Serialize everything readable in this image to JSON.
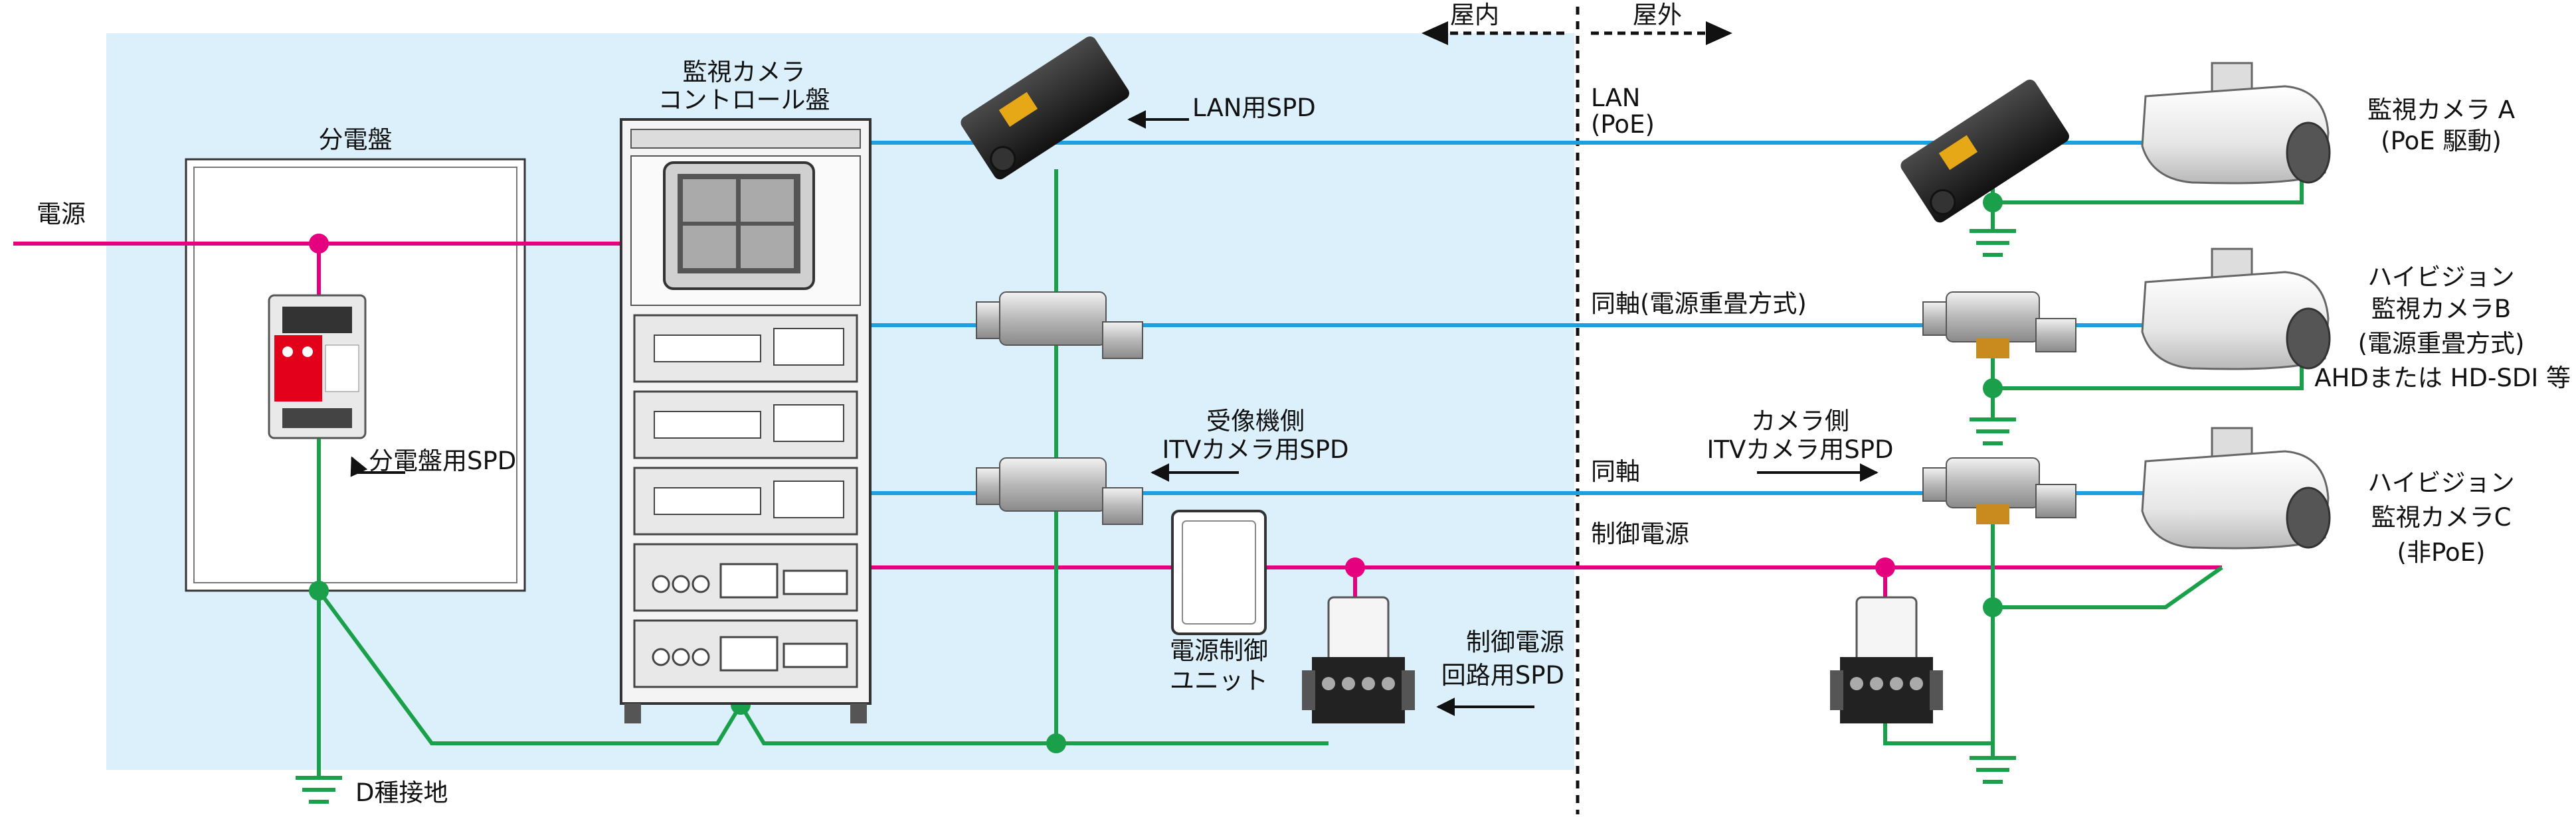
{
  "zones": {
    "indoor": "屋内",
    "outdoor": "屋外"
  },
  "labels": {
    "power_source": "電源",
    "distribution_board": "分電盤",
    "board_spd": "分電盤用SPD",
    "ground": "D種接地",
    "control_panel_l1": "監視カメラ",
    "control_panel_l2": "コントロール盤",
    "lan_spd": "LAN用SPD",
    "receiver_spd_l1": "受像機側",
    "receiver_spd_l2": "ITVカメラ用SPD",
    "power_unit_l1": "電源制御",
    "power_unit_l2": "ユニット",
    "ctrl_spd_l1": "制御電源",
    "ctrl_spd_l2": "回路用SPD",
    "line_lan_l1": "LAN",
    "line_lan_l2": "(PoE)",
    "line_coax_superimposed": "同軸(電源重畳方式)",
    "line_coax": "同軸",
    "line_ctrl_power": "制御電源",
    "camera_spd_l1": "カメラ側",
    "camera_spd_l2": "ITVカメラ用SPD",
    "camera_a_l1": "監視カメラ A",
    "camera_a_l2": "(PoE 駆動)",
    "camera_b_l1": "ハイビジョン",
    "camera_b_l2": "監視カメラB",
    "camera_b_l3": "(電源重畳方式)",
    "camera_b_l4": "AHDまたは HD-SDI 等",
    "camera_c_l1": "ハイビジョン",
    "camera_c_l2": "監視カメラC",
    "camera_c_l3": "(非PoE)"
  },
  "colors": {
    "indoor_area": "#dcf0fb",
    "power_line": "#e4007f",
    "signal_line": "#1e9fe0",
    "ground_line": "#1aa04a"
  }
}
